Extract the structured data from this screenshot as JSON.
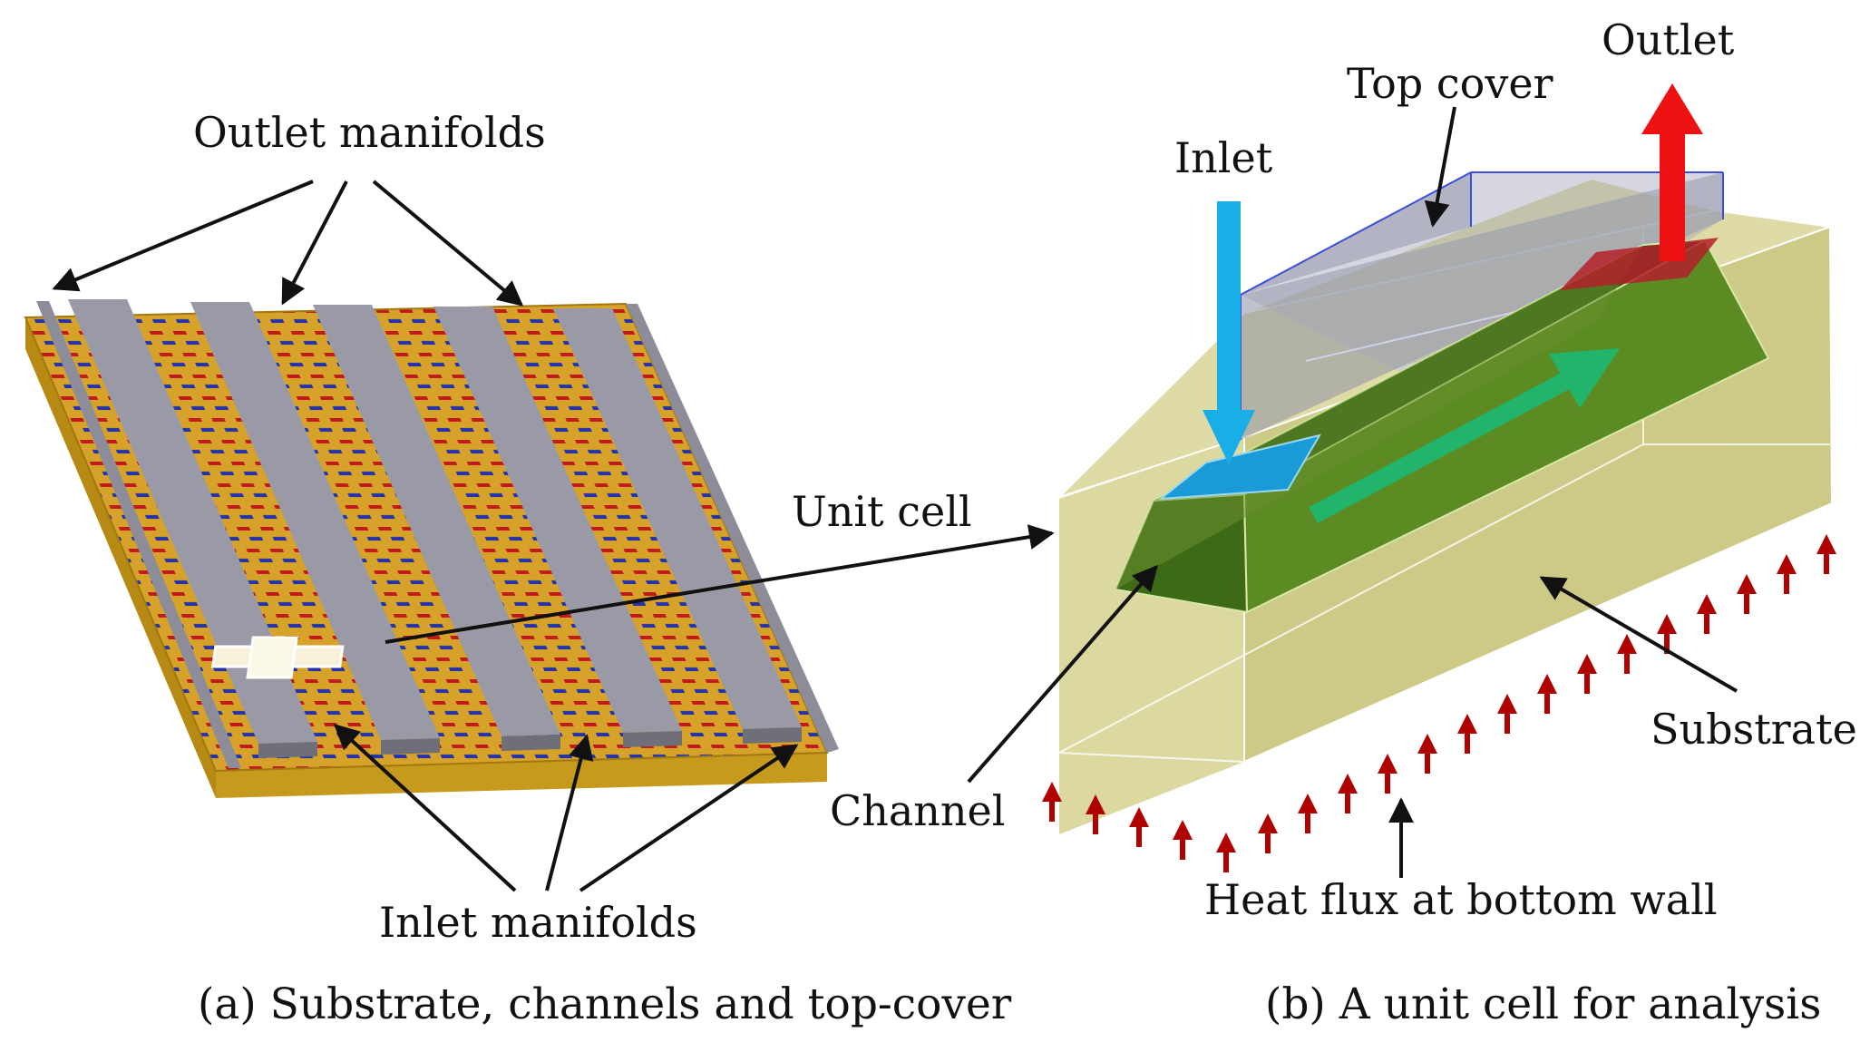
{
  "panel_a": {
    "labels": {
      "outlet_manifolds": "Outlet manifolds",
      "inlet_manifolds": "Inlet manifolds",
      "unit_cell": "Unit cell"
    },
    "caption": "(a) Substrate, channels and top-cover"
  },
  "panel_b": {
    "labels": {
      "outlet": "Outlet",
      "top_cover": "Top cover",
      "inlet": "Inlet",
      "channel": "Channel",
      "substrate": "Substrate",
      "heat_flux": "Heat flux at bottom wall"
    },
    "caption": "(b) A unit cell for analysis"
  },
  "colors": {
    "substrate_gold": "#d7a22a",
    "substrate_edge": "#b78a14",
    "manifold_gray": "#9a9aa6",
    "pattern_red": "#c21a1a",
    "pattern_blue": "#2233aa",
    "cell_khaki": "#d6d390",
    "channel_green": "#4e7a1e",
    "inlet_blue": "#1aaee8",
    "outlet_red": "#ee1111",
    "flow_green": "#22b46a",
    "heat_arrow": "#b00000"
  }
}
